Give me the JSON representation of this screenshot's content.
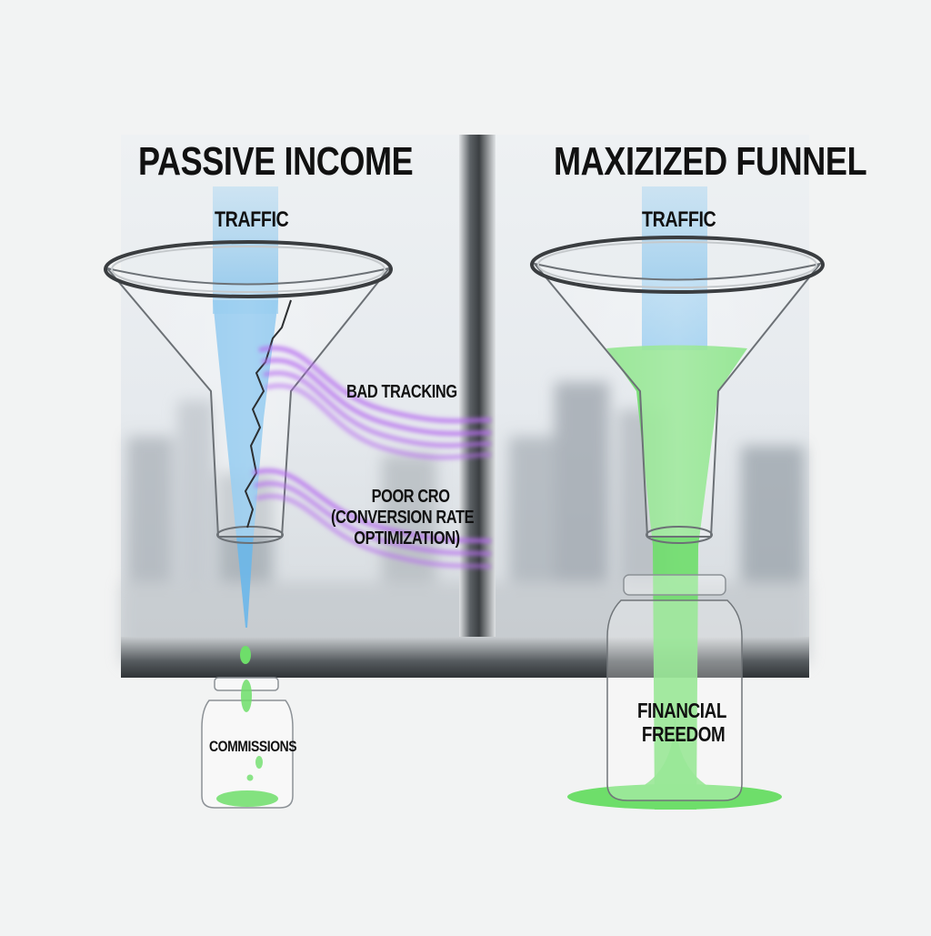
{
  "left_panel": {
    "title": "PASSIVE INCOME",
    "traffic_label": "TRAFFIC",
    "leaks": [
      {
        "label": "BAD TRACKING"
      },
      {
        "label_lines": [
          "POOR CRO",
          "(CONVERSION RATE",
          "OPTIMIZATION)"
        ]
      }
    ],
    "jar_label": "COMMISSIONS"
  },
  "right_panel": {
    "title": "MAXIZIZED FUNNEL",
    "traffic_label": "TRAFFIC",
    "jar_label_lines": [
      "FINANCIAL",
      "FREEDOM"
    ]
  },
  "colors": {
    "traffic_blue": "#7cc0ec",
    "leak_purple": "#b76cf0",
    "conversion_green": "#6ede6a",
    "window_frame": "#3d4144",
    "background": "#f2f3f3"
  }
}
